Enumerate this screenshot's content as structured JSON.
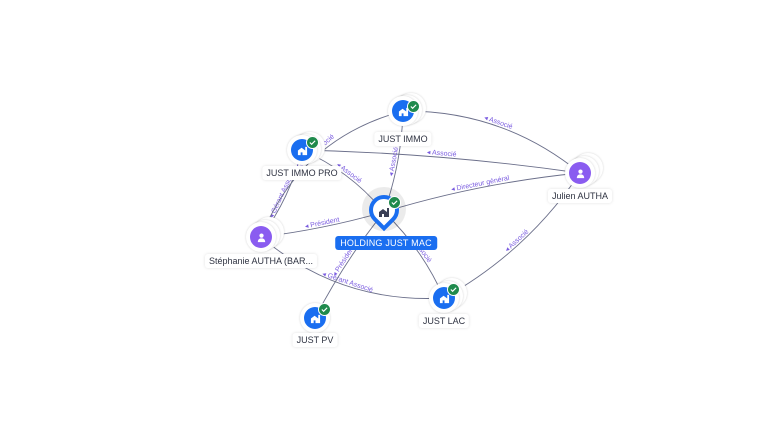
{
  "colors": {
    "company": "#1a6ef0",
    "person": "#8a5cf0",
    "verified": "#1f8a4c",
    "edge": "#6b6f8a",
    "edge_label": "#7b5de0"
  },
  "nodes": {
    "holding": {
      "label": "HOLDING JUST MAC",
      "type": "company",
      "icon": "building-icon",
      "verified": true
    },
    "just_immo": {
      "label": "JUST IMMO",
      "type": "company",
      "icon": "building-icon",
      "verified": true
    },
    "just_immo_pro": {
      "label": "JUST IMMO PRO",
      "type": "company",
      "icon": "building-icon",
      "verified": true
    },
    "julien": {
      "label": "Julien AUTHA",
      "type": "person",
      "icon": "person-icon"
    },
    "stephanie": {
      "label": "Stéphanie AUTHA (BAR...",
      "type": "person",
      "icon": "person-icon"
    },
    "just_lac": {
      "label": "JUST LAC",
      "type": "company",
      "icon": "building-icon",
      "verified": true
    },
    "just_pv": {
      "label": "JUST PV",
      "type": "company",
      "icon": "building-icon",
      "verified": true
    }
  },
  "edges": [
    {
      "from": "julien",
      "to": "just_immo",
      "label": "Associé"
    },
    {
      "from": "julien",
      "to": "just_immo_pro",
      "label": "Associé"
    },
    {
      "from": "julien",
      "to": "holding",
      "label": "Directeur général"
    },
    {
      "from": "julien",
      "to": "just_lac",
      "label": "Associé"
    },
    {
      "from": "holding",
      "to": "just_immo",
      "label": "Associé"
    },
    {
      "from": "holding",
      "to": "just_immo_pro",
      "label": "Associé"
    },
    {
      "from": "holding",
      "to": "just_lac",
      "label": "Associé"
    },
    {
      "from": "stephanie",
      "to": "holding",
      "label": "Président"
    },
    {
      "from": "stephanie",
      "to": "just_immo_pro",
      "label": "Gérant Associé"
    },
    {
      "from": "stephanie",
      "to": "just_immo",
      "label": "Gérant Associé"
    },
    {
      "from": "stephanie",
      "to": "just_lac",
      "label": "Gérant Associé"
    },
    {
      "from": "holding",
      "to": "just_pv",
      "label": "Président"
    }
  ]
}
